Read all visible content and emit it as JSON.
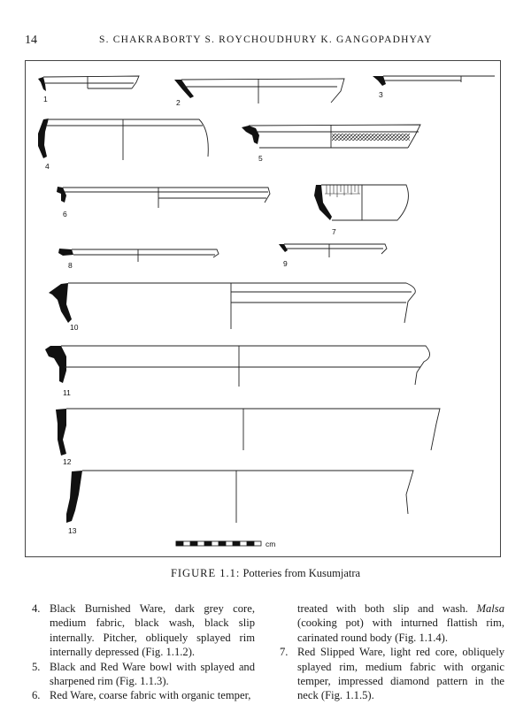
{
  "header": {
    "page_number": "14",
    "running_head": "S. CHAKRABORTY   S. ROYCHOUDHURY   K. GANGOPADHYAY"
  },
  "figure": {
    "sherd_labels": [
      "1",
      "2",
      "3",
      "4",
      "5",
      "6",
      "7",
      "8",
      "9",
      "10",
      "11",
      "12",
      "13"
    ],
    "scale_unit": "cm",
    "caption_label": "FIGURE 1.1:",
    "caption_text": " Potteries from Kusumjatra"
  },
  "left_column": {
    "items": [
      {
        "num": "4.",
        "text": "Black Burnished Ware, dark grey core, medium fabric, black wash, black slip internally. Pitcher, obliquely splayed rim internally depressed (Fig. 1.1.2)."
      },
      {
        "num": "5.",
        "text": "Black and Red Ware bowl with splayed and sharpened rim (Fig. 1.1.3)."
      },
      {
        "num": "6.",
        "text": "Red Ware, coarse fabric with organic temper,"
      }
    ]
  },
  "right_column": {
    "continuation_before": "treated with both slip and wash. ",
    "continuation_term": "Malsa",
    "continuation_after": " (cooking pot) with inturned flattish rim, carinated round body (Fig. 1.1.4).",
    "items": [
      {
        "num": "7.",
        "text": "Red Slipped Ware, light red core, obliquely splayed rim, medium fabric with organic temper, impressed diamond pattern in the neck (Fig. 1.1.5)."
      }
    ]
  }
}
